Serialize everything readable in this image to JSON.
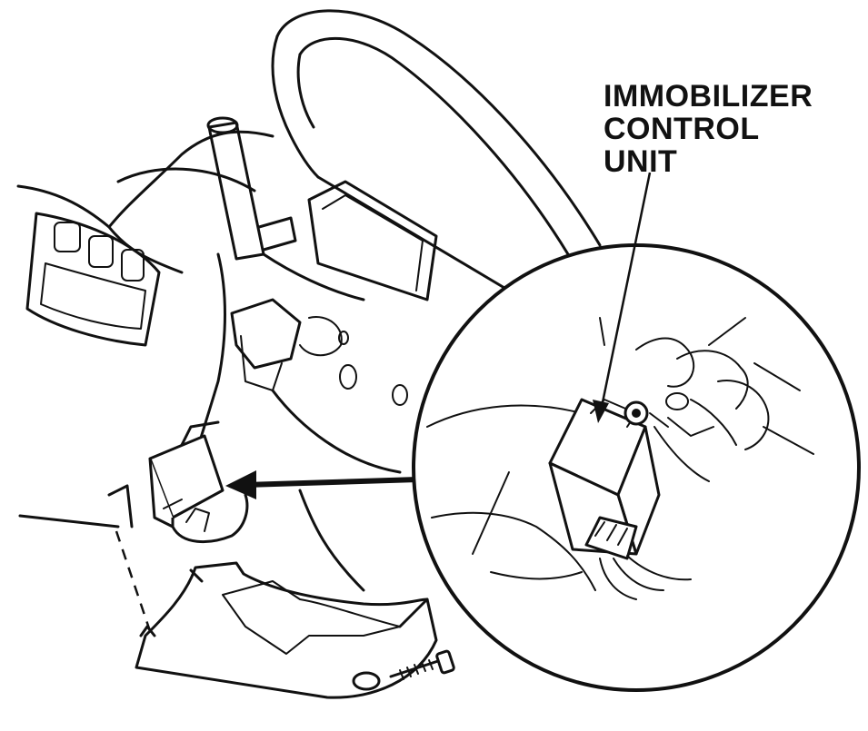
{
  "callout": {
    "lines": [
      "IMMOBILIZER",
      "CONTROL",
      "UNIT"
    ]
  },
  "colors": {
    "line": "#111111",
    "background": "#ffffff"
  }
}
